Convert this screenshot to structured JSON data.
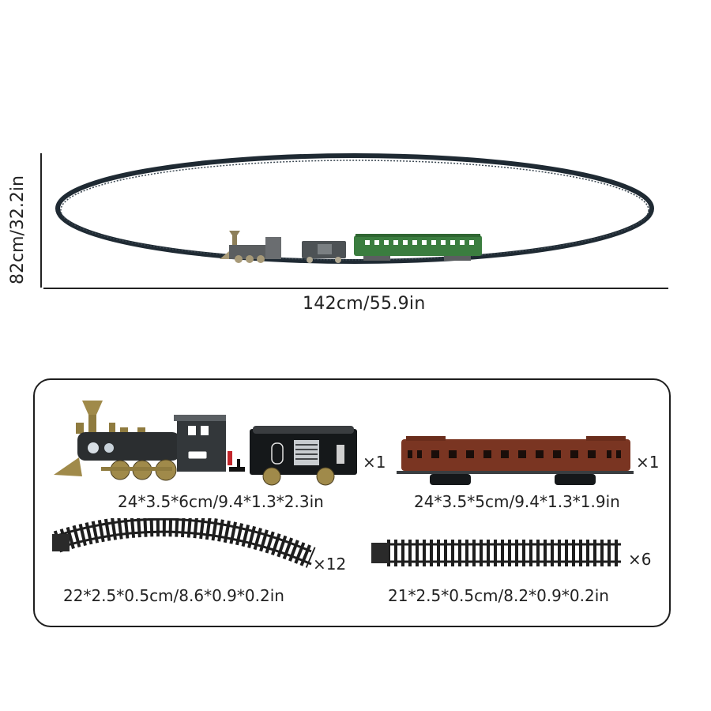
{
  "layout_overview": {
    "height_label": "82cm/32.2in",
    "width_label": "142cm/55.9in",
    "train_cars": [
      "steam-locomotive",
      "coal-tender",
      "green-passenger-car"
    ]
  },
  "parts": [
    {
      "name": "Locomotive with tender",
      "dimensions": "24*3.5*6cm/9.4*1.3*2.3in",
      "quantity": "×1",
      "color": "#2b2e30"
    },
    {
      "name": "Passenger car",
      "dimensions": "24*3.5*5cm/9.4*1.3*1.9in",
      "quantity": "×1",
      "color": "#7a3522"
    },
    {
      "name": "Curved track",
      "dimensions": "22*2.5*0.5cm/8.6*0.9*0.2in",
      "quantity": "×12",
      "color": "#1e1e1e"
    },
    {
      "name": "Straight track",
      "dimensions": "21*2.5*0.5cm/8.2*0.9*0.2in",
      "quantity": "×6",
      "color": "#1e1e1e"
    }
  ],
  "colors": {
    "track": "#1f2a33",
    "passenger_car_green": "#3b7d3f",
    "passenger_car_brown": "#7a3522",
    "brass": "#a08a4a"
  }
}
